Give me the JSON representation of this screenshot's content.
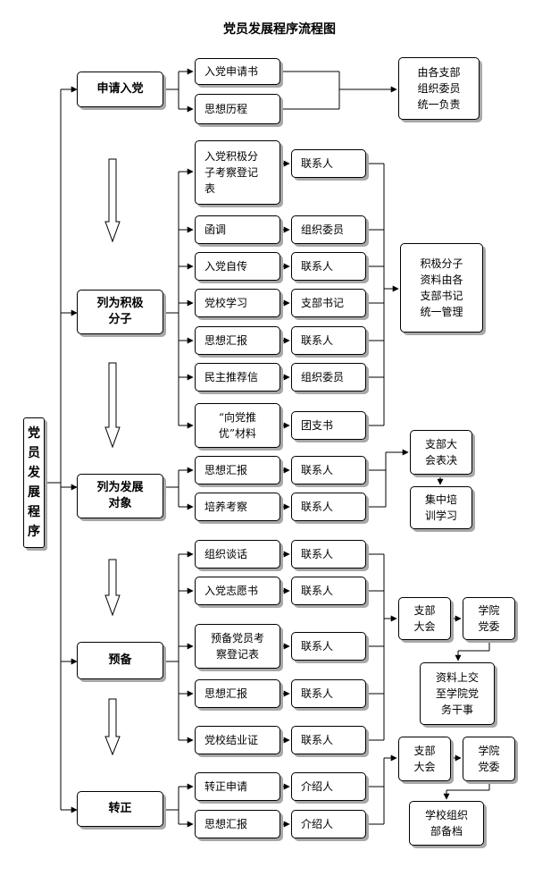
{
  "title": "党员发展程序流程图",
  "side_label": "党\n员\n发\n展\n程\n序",
  "stages": {
    "apply": {
      "label": "申请入党",
      "items": [
        "入党申请书",
        "思想历程"
      ],
      "note": "由各支部\n组织委员\n统一负责"
    },
    "activist": {
      "label": "列为积极\n分子",
      "items": [
        "入党积极分\n子考察登记\n表",
        "函调",
        "入党自传",
        "党校学习",
        "思想汇报",
        "民主推荐信",
        "“向党推\n优”材料"
      ],
      "owners": [
        "联系人",
        "组织委员",
        "联系人",
        "支部书记",
        "联系人",
        "组织委员",
        "团支书"
      ],
      "note": "积极分子\n资料由各\n支部书记\n统一管理"
    },
    "candidate": {
      "label": "列为发展\n对象",
      "items": [
        "思想汇报",
        "培养考察"
      ],
      "owners": [
        "联系人",
        "联系人"
      ],
      "steps": [
        "支部大\n会表决",
        "集中培\n训学习"
      ]
    },
    "probation": {
      "label": "预备",
      "items": [
        "组织谈话",
        "入党志愿书",
        "预备党员考\n察登记表",
        "思想汇报",
        "党校结业证"
      ],
      "owners": [
        "联系人",
        "联系人",
        "联系人",
        "联系人",
        "联系人"
      ],
      "steps": [
        "支部\n大会",
        "学院\n党委",
        "资料上交\n至学院党\n务干事"
      ]
    },
    "formal": {
      "label": "转正",
      "items": [
        "转正申请",
        "思想汇报"
      ],
      "owners": [
        "介绍人",
        "介绍人"
      ],
      "steps": [
        "支部\n大会",
        "学院\n党委",
        "学校组织\n部备档"
      ]
    }
  }
}
